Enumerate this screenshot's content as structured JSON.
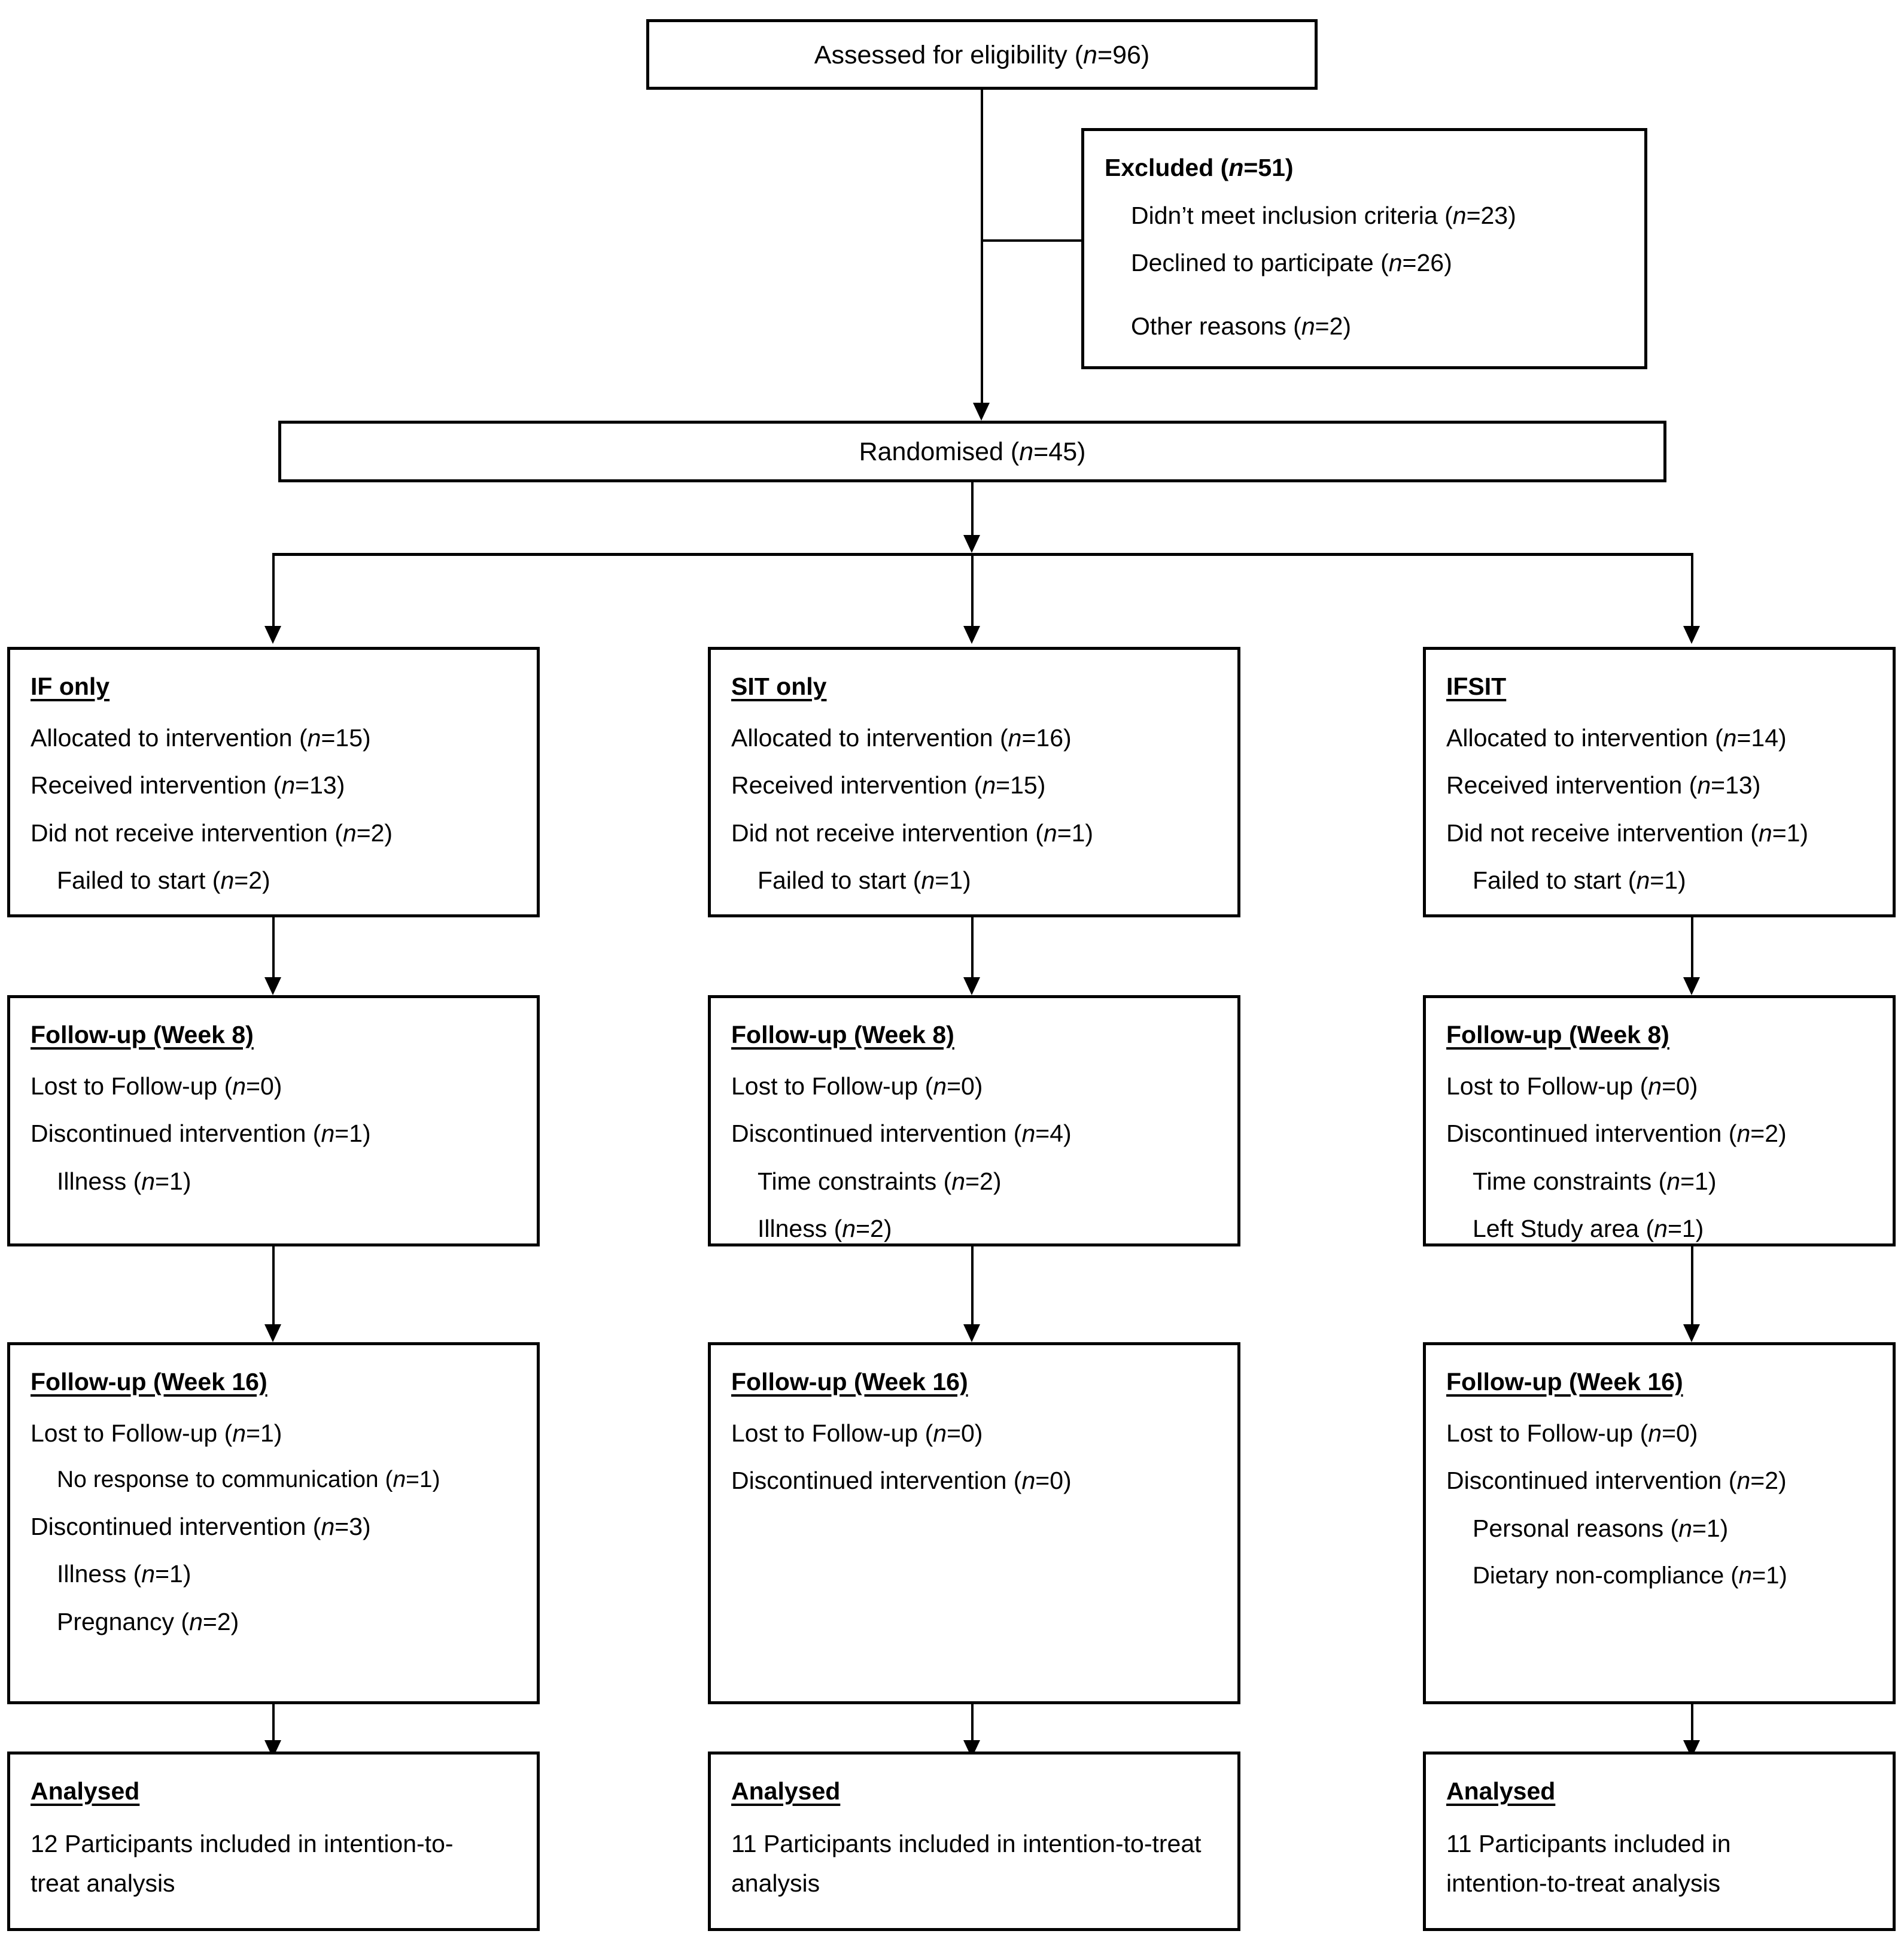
{
  "diagram": {
    "title": "CONSORT participant flow diagram",
    "ink_color": "#000000",
    "background_color": "#ffffff"
  },
  "enrollment": {
    "assessed": {
      "text": "Assessed for eligibility (",
      "n_italic": "n",
      "n_value": "=96)"
    },
    "excluded": {
      "heading_prefix": "Excluded (",
      "heading_n_italic": "n",
      "heading_n_value": "=51)",
      "reasons": [
        {
          "label": "Didn’t meet inclusion criteria (",
          "n_italic": "n",
          "n_value": "=23)"
        },
        {
          "label": "Declined to participate (",
          "n_italic": "n",
          "n_value": "=26)"
        },
        {
          "label": "Other reasons (",
          "n_italic": "n",
          "n_value": "=2)"
        }
      ]
    },
    "randomised": {
      "text": "Randomised (",
      "n_italic": "n",
      "n_value": "=45)"
    }
  },
  "arms": [
    {
      "id": "if-only",
      "allocation": {
        "heading": "IF only",
        "lines": [
          {
            "label": "Allocated to intervention (",
            "n_italic": "n",
            "n_value": "=15)",
            "indent": false
          },
          {
            "label": "Received intervention (",
            "n_italic": "n",
            "n_value": "=13)",
            "indent": false
          },
          {
            "label": "Did not receive intervention (",
            "n_italic": "n",
            "n_value": "=2)",
            "indent": false
          },
          {
            "label": "Failed to start (",
            "n_italic": "n",
            "n_value": "=2)",
            "indent": true
          }
        ]
      },
      "followup_week8": {
        "heading": "Follow-up (Week 8)",
        "lines": [
          {
            "label": "Lost to Follow-up (",
            "n_italic": "n",
            "n_value": "=0)",
            "indent": false
          },
          {
            "label": "Discontinued intervention (",
            "n_italic": "n",
            "n_value": "=1)",
            "indent": false
          },
          {
            "label": "Illness (",
            "n_italic": "n",
            "n_value": "=1)",
            "indent": true
          }
        ]
      },
      "followup_week16": {
        "heading": "Follow-up (Week 16)",
        "lines": [
          {
            "label": "Lost to Follow-up (",
            "n_italic": "n",
            "n_value": "=1)",
            "indent": false
          },
          {
            "label": "No response to communication (",
            "n_italic": "n",
            "n_value": "=1)",
            "indent": true
          },
          {
            "label": "Discontinued intervention (",
            "n_italic": "n",
            "n_value": "=3)",
            "indent": false
          },
          {
            "label": "Illness (",
            "n_italic": "n",
            "n_value": "=1)",
            "indent": true
          },
          {
            "label": "Pregnancy (",
            "n_italic": "n",
            "n_value": "=2)",
            "indent": true
          }
        ]
      },
      "analysed": {
        "heading": "Analysed",
        "text": "12 Participants included in intention-to-treat analysis"
      }
    },
    {
      "id": "sit-only",
      "allocation": {
        "heading": "SIT only",
        "lines": [
          {
            "label": "Allocated to intervention (",
            "n_italic": "n",
            "n_value": "=16)",
            "indent": false
          },
          {
            "label": "Received intervention (",
            "n_italic": "n",
            "n_value": "=15)",
            "indent": false
          },
          {
            "label": "Did not receive intervention (",
            "n_italic": "n",
            "n_value": "=1)",
            "indent": false
          },
          {
            "label": "Failed to start (",
            "n_italic": "n",
            "n_value": "=1)",
            "indent": true
          }
        ]
      },
      "followup_week8": {
        "heading": "Follow-up (Week 8)",
        "lines": [
          {
            "label": "Lost to Follow-up (",
            "n_italic": "n",
            "n_value": "=0)",
            "indent": false
          },
          {
            "label": "Discontinued intervention (",
            "n_italic": "n",
            "n_value": "=4)",
            "indent": false
          },
          {
            "label": "Time constraints (",
            "n_italic": "n",
            "n_value": "=2)",
            "indent": true
          },
          {
            "label": "Illness (",
            "n_italic": "n",
            "n_value": "=2)",
            "indent": true
          }
        ]
      },
      "followup_week16": {
        "heading": "Follow-up (Week 16)",
        "lines": [
          {
            "label": "Lost to Follow-up (",
            "n_italic": "n",
            "n_value": "=0)",
            "indent": false
          },
          {
            "label": "Discontinued intervention (",
            "n_italic": "n",
            "n_value": "=0)",
            "indent": false
          }
        ]
      },
      "analysed": {
        "heading": "Analysed",
        "text": "11 Participants included in intention-to-treat analysis"
      }
    },
    {
      "id": "ifsit",
      "allocation": {
        "heading": "IFSIT",
        "lines": [
          {
            "label": "Allocated to intervention (",
            "n_italic": "n",
            "n_value": "=14)",
            "indent": false
          },
          {
            "label": "Received intervention (",
            "n_italic": "n",
            "n_value": "=13)",
            "indent": false
          },
          {
            "label": "Did not receive intervention (",
            "n_italic": "n",
            "n_value": "=1)",
            "indent": false
          },
          {
            "label": "Failed to start (",
            "n_italic": "n",
            "n_value": "=1)",
            "indent": true
          }
        ]
      },
      "followup_week8": {
        "heading": "Follow-up (Week 8)",
        "lines": [
          {
            "label": "Lost to Follow-up (",
            "n_italic": "n",
            "n_value": "=0)",
            "indent": false
          },
          {
            "label": "Discontinued intervention (",
            "n_italic": "n",
            "n_value": "=2)",
            "indent": false
          },
          {
            "label": "Time constraints (",
            "n_italic": "n",
            "n_value": "=1)",
            "indent": true
          },
          {
            "label": "Left Study area (",
            "n_italic": "n",
            "n_value": "=1)",
            "indent": true
          }
        ]
      },
      "followup_week16": {
        "heading": "Follow-up (Week 16)",
        "lines": [
          {
            "label": "Lost to Follow-up (",
            "n_italic": "n",
            "n_value": "=0)",
            "indent": false
          },
          {
            "label": "Discontinued intervention (",
            "n_italic": "n",
            "n_value": "=2)",
            "indent": false
          },
          {
            "label": "Personal reasons (",
            "n_italic": "n",
            "n_value": "=1)",
            "indent": true
          },
          {
            "label": "Dietary non-compliance (",
            "n_italic": "n",
            "n_value": "=1)",
            "indent": true
          }
        ]
      },
      "analysed": {
        "heading": "Analysed",
        "text": "11 Participants included in intention-to-treat analysis"
      }
    }
  ]
}
